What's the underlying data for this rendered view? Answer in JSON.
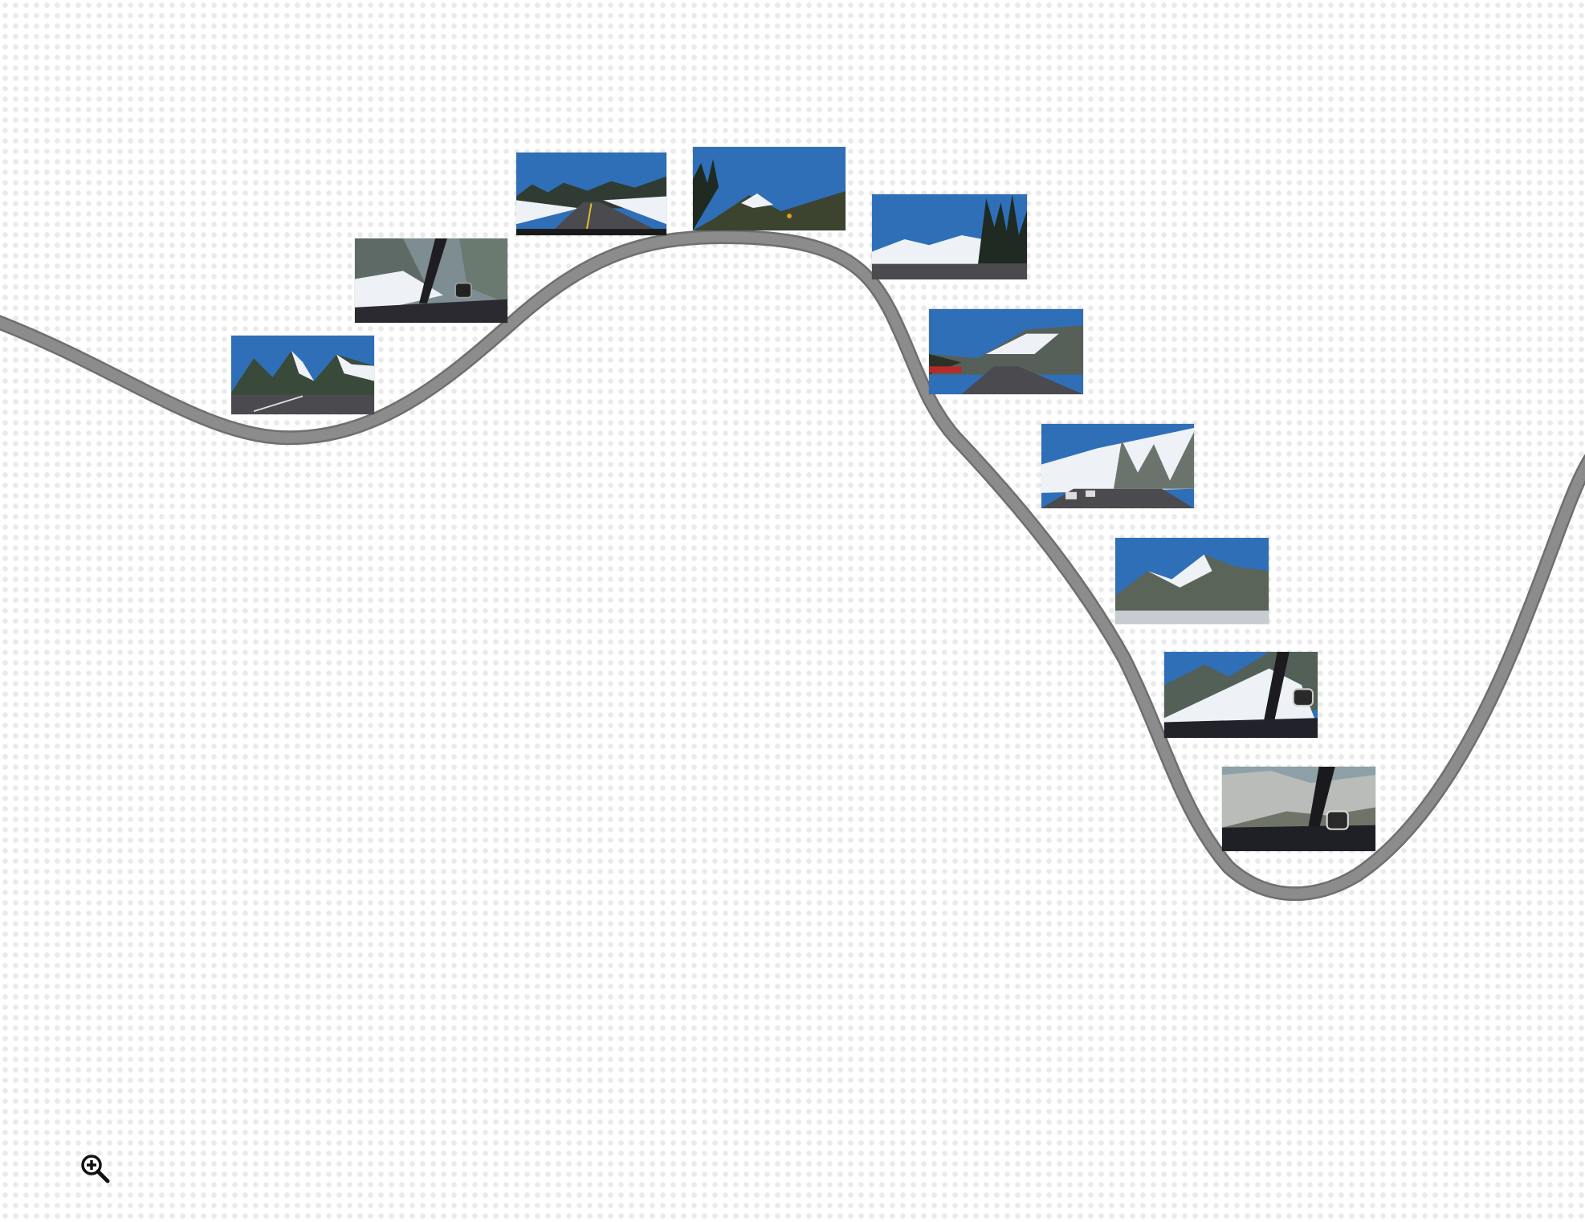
{
  "map_view": {
    "zoom_icon": "zoom-in-magnifier-icon",
    "route_color": "#8c8c8c",
    "route_edge_color": "#6f6f6f",
    "background_dot_color": "#eaeaea",
    "sky_color": "#2f6fb8",
    "snow_color": "#eef2f6",
    "road_color": "#4a4a4f"
  },
  "photos": [
    {
      "scene": "valley-road",
      "overlay": "none"
    },
    {
      "scene": "windshield-view",
      "overlay": "windshield"
    },
    {
      "scene": "road-with-yellow-line",
      "overlay": "dash"
    },
    {
      "scene": "mountain-vista",
      "overlay": "none"
    },
    {
      "scene": "snowy-pines",
      "overlay": "none"
    },
    {
      "scene": "highway-mountains",
      "overlay": "none"
    },
    {
      "scene": "traffic-highway",
      "overlay": "none"
    },
    {
      "scene": "snow-peak",
      "overlay": "none"
    },
    {
      "scene": "windshield-view",
      "overlay": "windshield"
    },
    {
      "scene": "windshield-view",
      "overlay": "windshield"
    }
  ]
}
